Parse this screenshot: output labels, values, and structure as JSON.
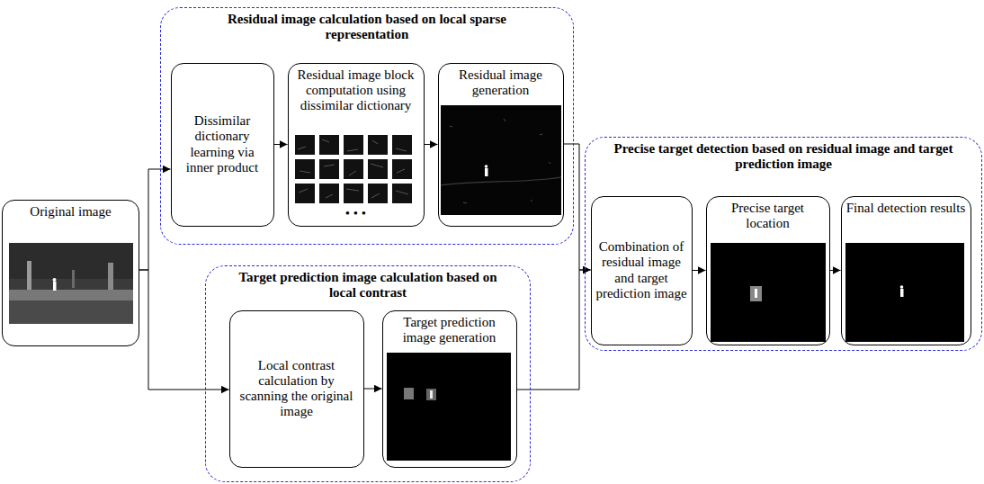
{
  "diagram": {
    "nodes": [
      {
        "text": [
          "Residual image calculation based on local sparse representation"
        ]
      },
      {
        "text": [
          "Dissimilar dictionary learning via inner product"
        ],
        "in": 0
      },
      {
        "text": [
          "Residual image block computation using dissimilar dictionary",
          "• • •"
        ],
        "in": 0
      },
      {
        "text": [
          "Residual image generation"
        ],
        "in": 0
      },
      {
        "text": [
          "Original image"
        ]
      },
      {
        "text": [
          "Target prediction image calculation based on local contrast"
        ]
      },
      {
        "text": [
          "Local contrast calculation by scanning the original image"
        ],
        "in": 5
      },
      {
        "text": [
          "Target prediction image generation"
        ],
        "in": 5
      },
      {
        "text": [
          "Precise target detection based on residual image and target prediction image"
        ]
      },
      {
        "text": [
          "Combination of residual image and target prediction image"
        ],
        "in": 8
      },
      {
        "text": [
          "Precise target location"
        ],
        "in": 8
      },
      {
        "text": [
          "Final detection results"
        ],
        "in": 8
      }
    ],
    "edges": [
      {
        "from": 4,
        "to": 1,
        "arrow": "to"
      },
      {
        "from": 4,
        "to": 6,
        "arrow": "to"
      },
      {
        "from": 1,
        "to": 2,
        "arrow": "to"
      },
      {
        "from": 2,
        "to": 3,
        "arrow": "to"
      },
      {
        "from": 3,
        "to": 9,
        "arrow": "to"
      },
      {
        "from": 7,
        "to": 9,
        "arrow": "to"
      },
      {
        "from": 6,
        "to": 7,
        "arrow": "to"
      },
      {
        "from": 9,
        "to": 10,
        "arrow": "to"
      },
      {
        "from": 10,
        "to": 11,
        "arrow": "to"
      }
    ]
  }
}
